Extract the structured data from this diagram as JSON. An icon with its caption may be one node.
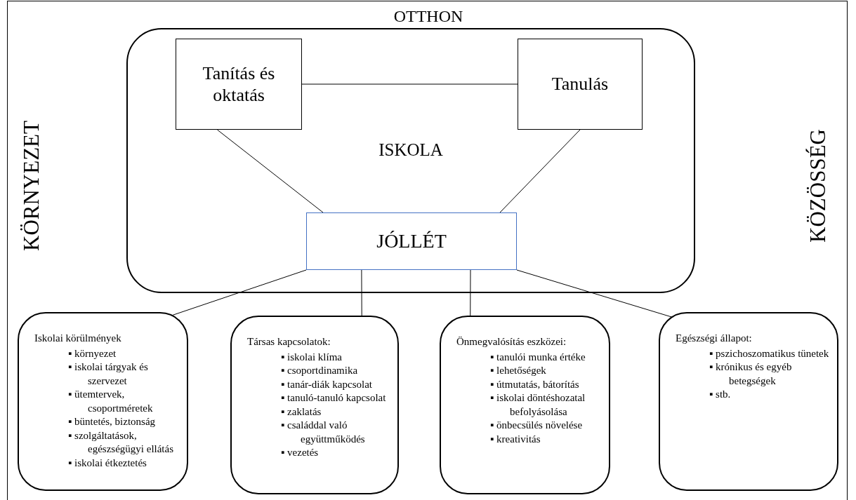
{
  "diagram": {
    "nodes": [
      {
        "text": [
          "ISKOLA"
        ]
      },
      {
        "text": [
          "Tanítás és oktatás"
        ],
        "in": 0
      },
      {
        "text": [
          "Tanulás"
        ],
        "in": 0
      },
      {
        "text": [
          "JÓLLÉT"
        ],
        "in": 0
      },
      {
        "text": [
          "Iskolai körülmények",
          "▪ környezet",
          "▪ iskolai tárgyak és szervezet",
          "▪ ütemtervek, csoportméretek",
          "▪ büntetés, biztonság",
          "▪ szolgáltatások, egészségügyi ellátás",
          "▪ iskolai étkeztetés"
        ]
      },
      {
        "text": [
          "Társas kapcsolatok:",
          "▪ iskolai klíma",
          "▪ csoportdinamika",
          "▪ tanár-diák kapcsolat",
          "▪ tanuló-tanuló kapcsolat",
          "▪ zaklatás",
          "▪ családdal való együttműködés",
          "▪ vezetés"
        ]
      },
      {
        "text": [
          "Önmegvalósítás eszközei:",
          "▪ tanulói munka értéke",
          "▪ lehetőségek",
          "▪ útmutatás, bátorítás",
          "▪ iskolai döntéshozatal befolyásolása",
          "▪ önbecsülés növelése",
          "▪ kreativitás"
        ]
      },
      {
        "text": [
          "Egészségi állapot:",
          "▪ pszichoszomatikus tünetek",
          "▪ krónikus és egyéb betegségek",
          "▪ stb."
        ]
      }
    ],
    "edges": [
      {
        "from": 1,
        "to": 2,
        "arrow": "none"
      },
      {
        "from": 1,
        "to": 3,
        "arrow": "none"
      },
      {
        "from": 2,
        "to": 3,
        "arrow": "none"
      },
      {
        "from": 3,
        "to": 4,
        "arrow": "none"
      },
      {
        "from": 3,
        "to": 5,
        "arrow": "none"
      },
      {
        "from": 3,
        "to": 6,
        "arrow": "none"
      },
      {
        "from": 3,
        "to": 7,
        "arrow": "none"
      }
    ],
    "labels": [
      "OTTHON",
      "KÖRNYEZET",
      "KÖZÖSSÉG"
    ]
  }
}
